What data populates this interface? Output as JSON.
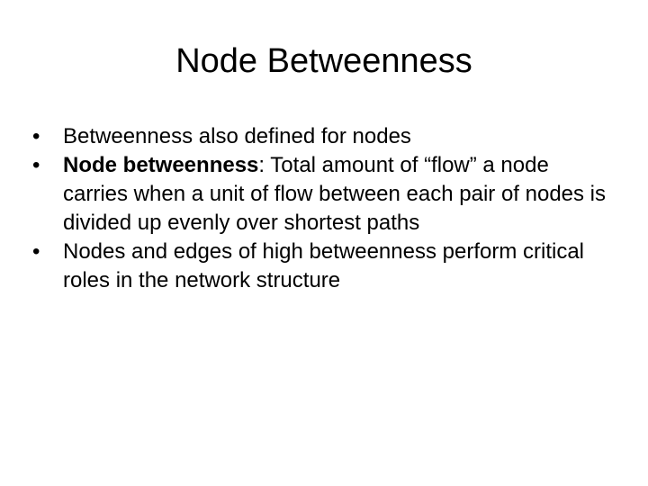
{
  "slide": {
    "title": "Node Betweenness",
    "bullet_char": "•",
    "bullets": [
      {
        "text": "Betweenness also defined for nodes"
      },
      {
        "term": "Node betweenness",
        "text": ": Total amount of “flow” a node carries when a unit of flow between each pair of nodes is divided up evenly over shortest paths"
      },
      {
        "text": "Nodes and edges of high betweenness perform critical roles in the network structure"
      }
    ]
  }
}
